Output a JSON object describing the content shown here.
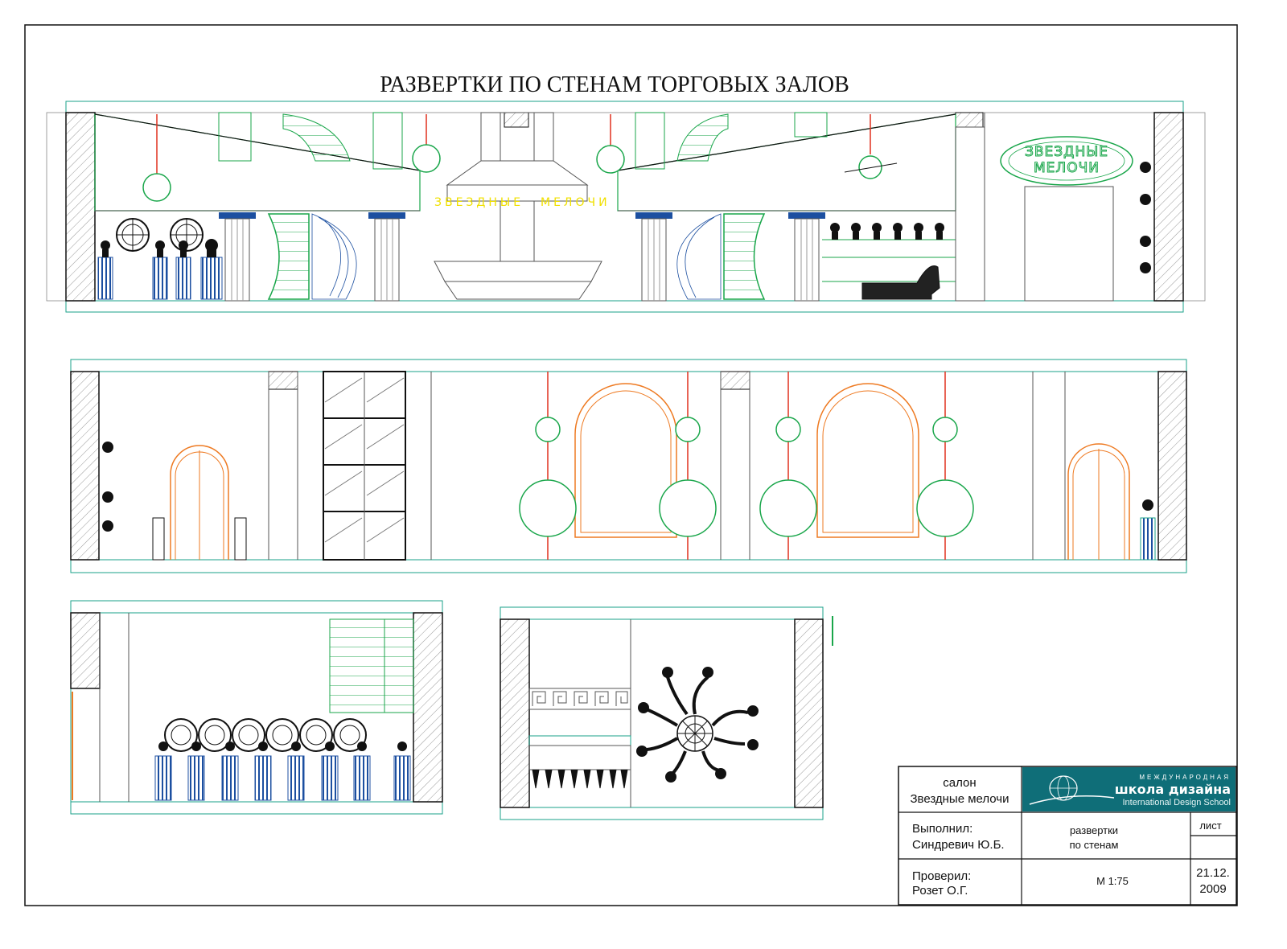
{
  "sheet": {
    "title": "РАЗВЕРТКИ ПО СТЕНАМ ТОРГОВЫХ ЗАЛОВ"
  },
  "signage": {
    "sign_line1": "ЗВЕЗДНЫЕ",
    "sign_line2": "МЕЛОЧИ",
    "ribbon_left": "ЗВЕЗДНЫЕ",
    "ribbon_right": "МЕЛОЧИ"
  },
  "title_block": {
    "project_line1": "салон",
    "project_line2": "Звездные мелочи",
    "logo_top": "МЕЖДУНАРОДНАЯ",
    "logo_main": "школа дизайна",
    "logo_sub": "International Design School",
    "performed_label": "Выполнил:",
    "performed_name": "Синдревич Ю.Б.",
    "drawing_line1": "развертки",
    "drawing_line2": "по стенам",
    "sheet_label": "лист",
    "sheet_value": "",
    "checked_label": "Проверил:",
    "checked_name": "Розет О.Г.",
    "scale": "М 1:75",
    "date_line1": "21.12.",
    "date_line2": "2009"
  },
  "colors": {
    "line_green": "#19a64a",
    "line_teal": "#1aa28a",
    "line_red": "#e0301e",
    "line_orange": "#ee7a22",
    "line_blue": "#1c4fa0",
    "logo_bg": "#0f6e78"
  }
}
